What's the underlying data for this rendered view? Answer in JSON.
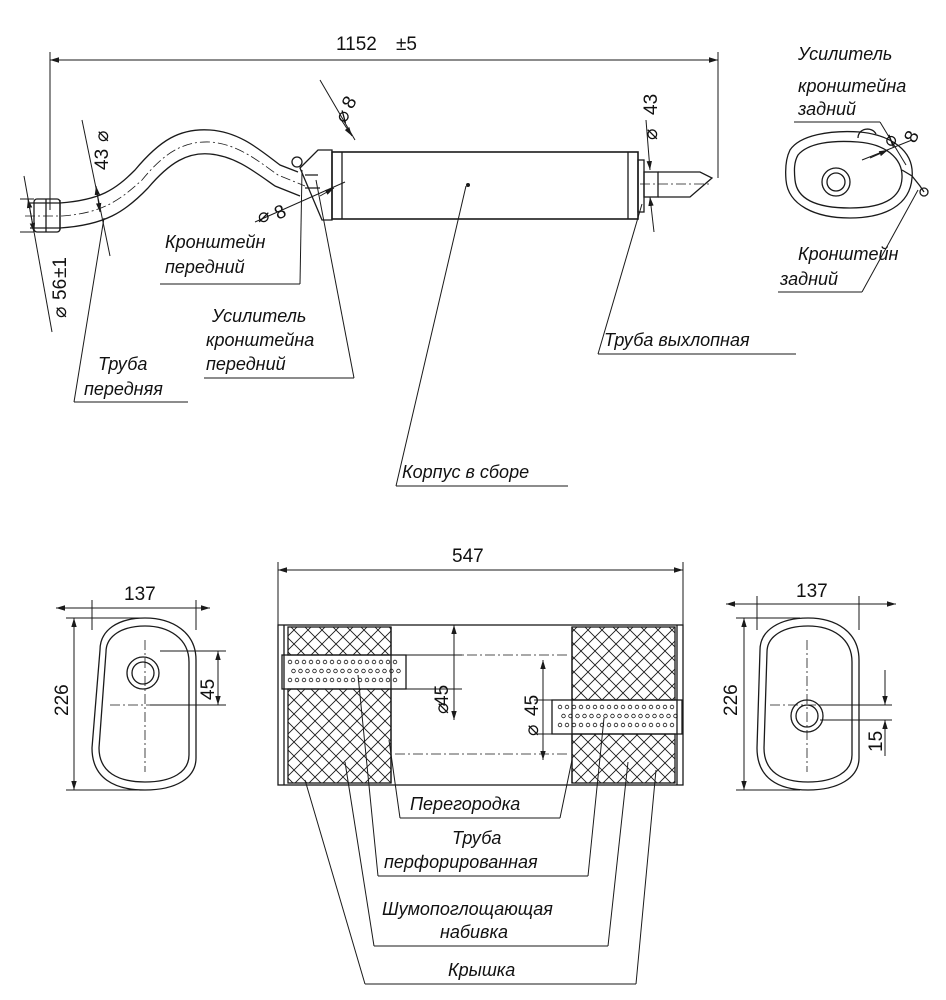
{
  "top_view": {
    "dim_overall": "1152",
    "dim_overall_tol": "±5",
    "dim_8_top": "8",
    "dim_43_left": "43",
    "dim_43_right": "43",
    "dim_8_left": "8",
    "dim_56": "56",
    "dim_56_tol": "±1",
    "label_front_bracket_line1": "Кронштейн",
    "label_front_bracket_line2": "передний",
    "label_front_reinforcement_line1": "Усилитель",
    "label_front_reinforcement_line2": "кронштейна",
    "label_front_reinforcement_line3": "передний",
    "label_front_pipe_line1": "Труба",
    "label_front_pipe_line2": "передняя",
    "label_body": "Корпус в сборе",
    "label_exhaust_pipe": "Труба выхлопная"
  },
  "rear_detail": {
    "label_rear_reinforcement_line1": "Усилитель",
    "label_rear_reinforcement_line2": "кронштейна",
    "label_rear_reinforcement_line3": "задний",
    "dim_8": "8",
    "label_rear_bracket_line1": "Кронштейн",
    "label_rear_bracket_line2": "задний"
  },
  "section_view": {
    "dim_length": "547",
    "dim_45_upper": "45",
    "dim_45_lower": "45",
    "label_partition": "Перегородка",
    "label_perforated_line1": "Труба",
    "label_perforated_line2": "перфорированная",
    "label_packing_line1": "Шумопоглощающая",
    "label_packing_line2": "набивка",
    "label_cover": "Крышка"
  },
  "left_end_view": {
    "dim_width": "137",
    "dim_height": "226",
    "dim_offset": "45"
  },
  "right_end_view": {
    "dim_width": "137",
    "dim_height": "226",
    "dim_offset": "15"
  }
}
